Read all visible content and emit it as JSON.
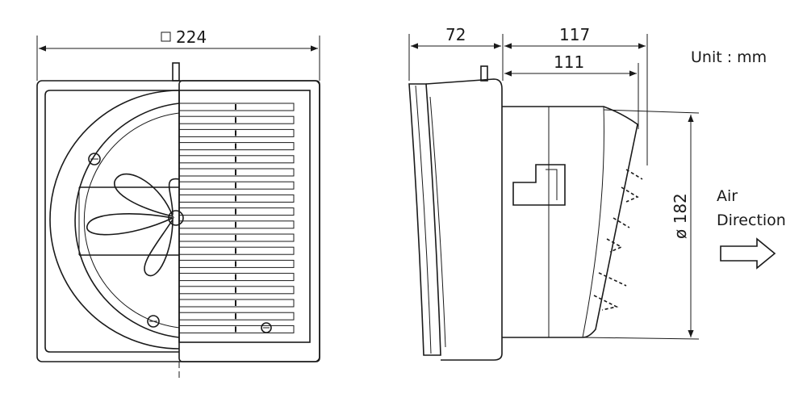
{
  "front_view": {
    "width_dimension": "224"
  },
  "side_view": {
    "depth_front": "72",
    "depth_back_outer": "117",
    "depth_back_inner": "111",
    "duct_diameter": "182",
    "diameter_symbol": "ø"
  },
  "unit_label": "Unit : mm",
  "air_direction": {
    "line1": "Air",
    "line2": "Direction"
  },
  "icons": {
    "square_symbol": "square-section-icon",
    "arrow": "air-flow-arrow-icon"
  }
}
